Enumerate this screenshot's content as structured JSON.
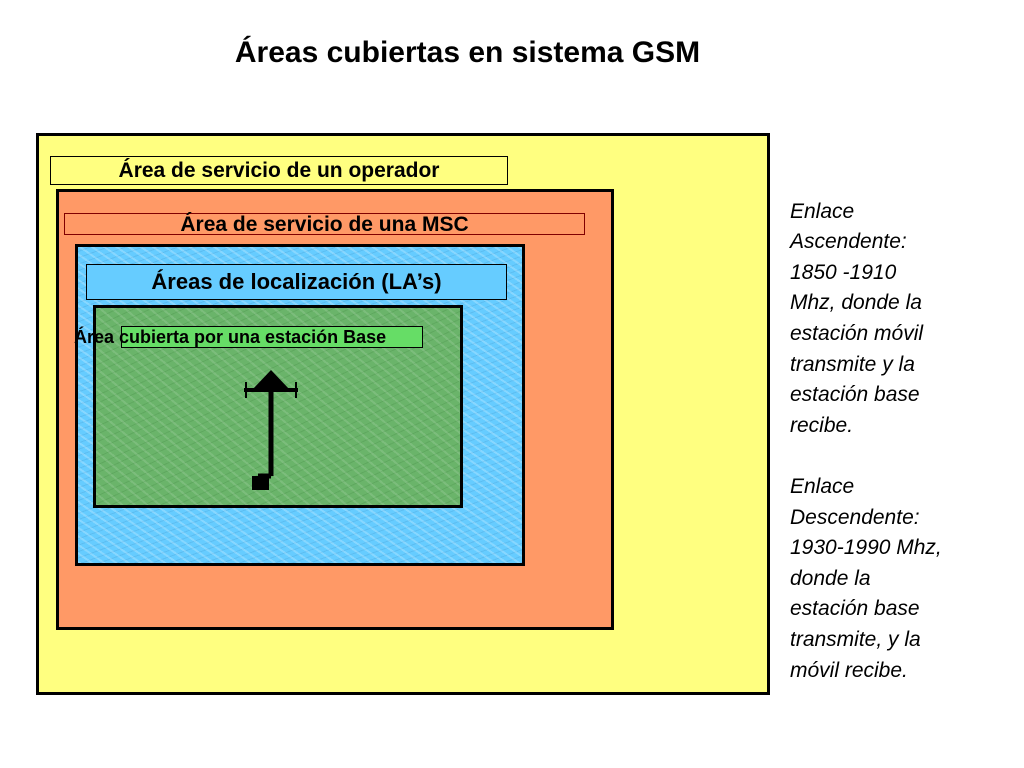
{
  "title": "Áreas cubiertas en sistema GSM",
  "areas": {
    "operator": {
      "label": "Área de servicio de un operador",
      "color": "#ffff80"
    },
    "msc": {
      "label": "Área de servicio de una MSC",
      "color": "#ff9966"
    },
    "location": {
      "label": "Áreas de localización (LA’s)",
      "color": "#66ccff"
    },
    "base_station": {
      "label": "Área cubierta por una estación Base",
      "color": "#6ab46a"
    }
  },
  "antenna_icon": "antenna-icon",
  "notes": {
    "uplink": "Enlace\nAscendente:\n1850 -1910\nMhz, donde la\nestación móvil\ntransmite y la\nestación base\nrecibe.",
    "downlink": "Enlace\nDescendente:\n1930-1990 Mhz,\ndonde la\nestación base\ntransmite, y la\nmóvil recibe."
  }
}
